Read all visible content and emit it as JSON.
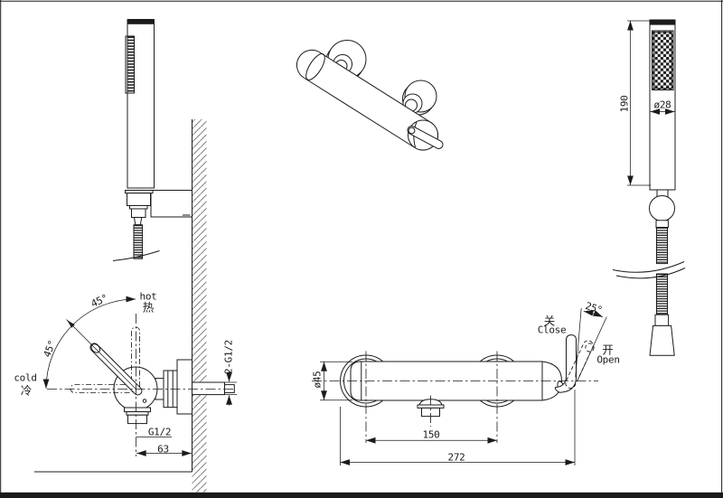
{
  "views": {
    "hand_shower_front": {
      "height_dim": "190",
      "diameter_dim": "ø28"
    },
    "valve_side": {
      "hot_label": "hot",
      "hot_label_zh": "热",
      "cold_label": "cold",
      "cold_label_zh": "冷",
      "angle_upper": "45°",
      "angle_lower": "45°",
      "wall_connection_thread": "2-G1/2",
      "outlet_thread": "G1/2",
      "wall_offset_dim": "63"
    },
    "mixer_front": {
      "body_diameter_dim": "ø45",
      "center_distance_dim": "150",
      "overall_length_dim": "272",
      "lever_angle_dim": "25°",
      "close_label_zh": "关",
      "close_label": "Close",
      "open_label_zh": "开",
      "open_label": "Open"
    }
  },
  "colors": {
    "line_color": "#1b1b1b",
    "background": "#ffffff"
  }
}
